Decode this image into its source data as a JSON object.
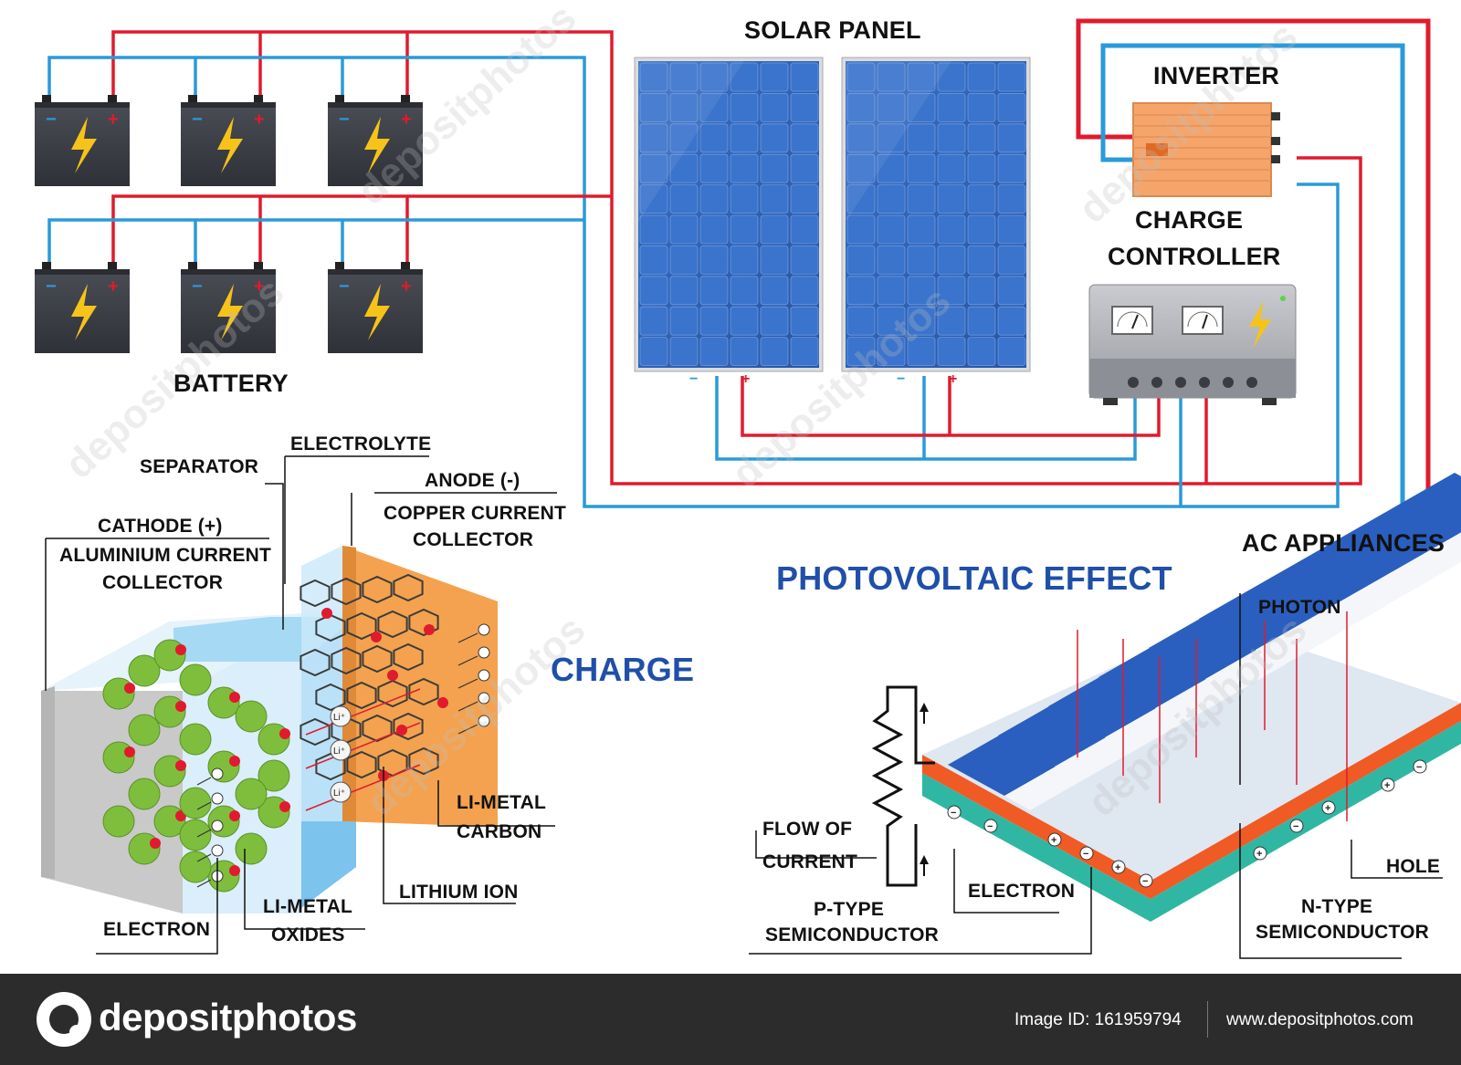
{
  "labels": {
    "solar_panel": "SOLAR PANEL",
    "inverter": "INVERTER",
    "charge_controller_1": "CHARGE",
    "charge_controller_2": "CONTROLLER",
    "battery": "BATTERY",
    "ac_appliances": "AC APPLIANCES",
    "electrolyte": "ELECTROLYTE",
    "separator": "SEPARATOR",
    "anode": "ANODE (-)",
    "copper_1": "COPPER CURRENT",
    "copper_2": "COLLECTOR",
    "cathode": "CATHODE (+)",
    "aluminium_1": "ALUMINIUM CURRENT",
    "aluminium_2": "COLLECTOR",
    "charge": "CHARGE",
    "photovoltaic": "PHOTOVOLTAIC  EFFECT",
    "photon": "PHOTON",
    "li_metal_carbon_1": "LI-METAL",
    "li_metal_carbon_2": "CARBON",
    "lithium_ion": "LITHIUM ION",
    "li_metal_oxides_1": "LI-METAL",
    "li_metal_oxides_2": "OXIDES",
    "electron_left": "ELECTRON",
    "flow_1": "FLOW OF",
    "flow_2": "CURRENT",
    "p_type_1": "P-TYPE",
    "p_type_2": "SEMICONDUCTOR",
    "electron_right": "ELECTRON",
    "hole": "HOLE",
    "n_type_1": "N-TYPE",
    "n_type_2": "SEMICONDUCTOR"
  },
  "symbols": {
    "plus": "+",
    "minus": "−",
    "li": "Li⁺"
  },
  "watermark": "depositphotos",
  "footer": {
    "brand": "depositphotos",
    "image_id": "Image ID: 161959794",
    "url": "www.depositphotos.com"
  },
  "colors": {
    "wire_red": "#e01b2d",
    "wire_blue": "#2a9ad8",
    "panel_blue": "#2f63b8",
    "battery_body": "#3d4048",
    "bolt_yellow": "#f6c31a",
    "inverter_orange": "#f5a56a",
    "title_blue": "#1f4fa8",
    "footer_bg": "#2c2c2c"
  }
}
